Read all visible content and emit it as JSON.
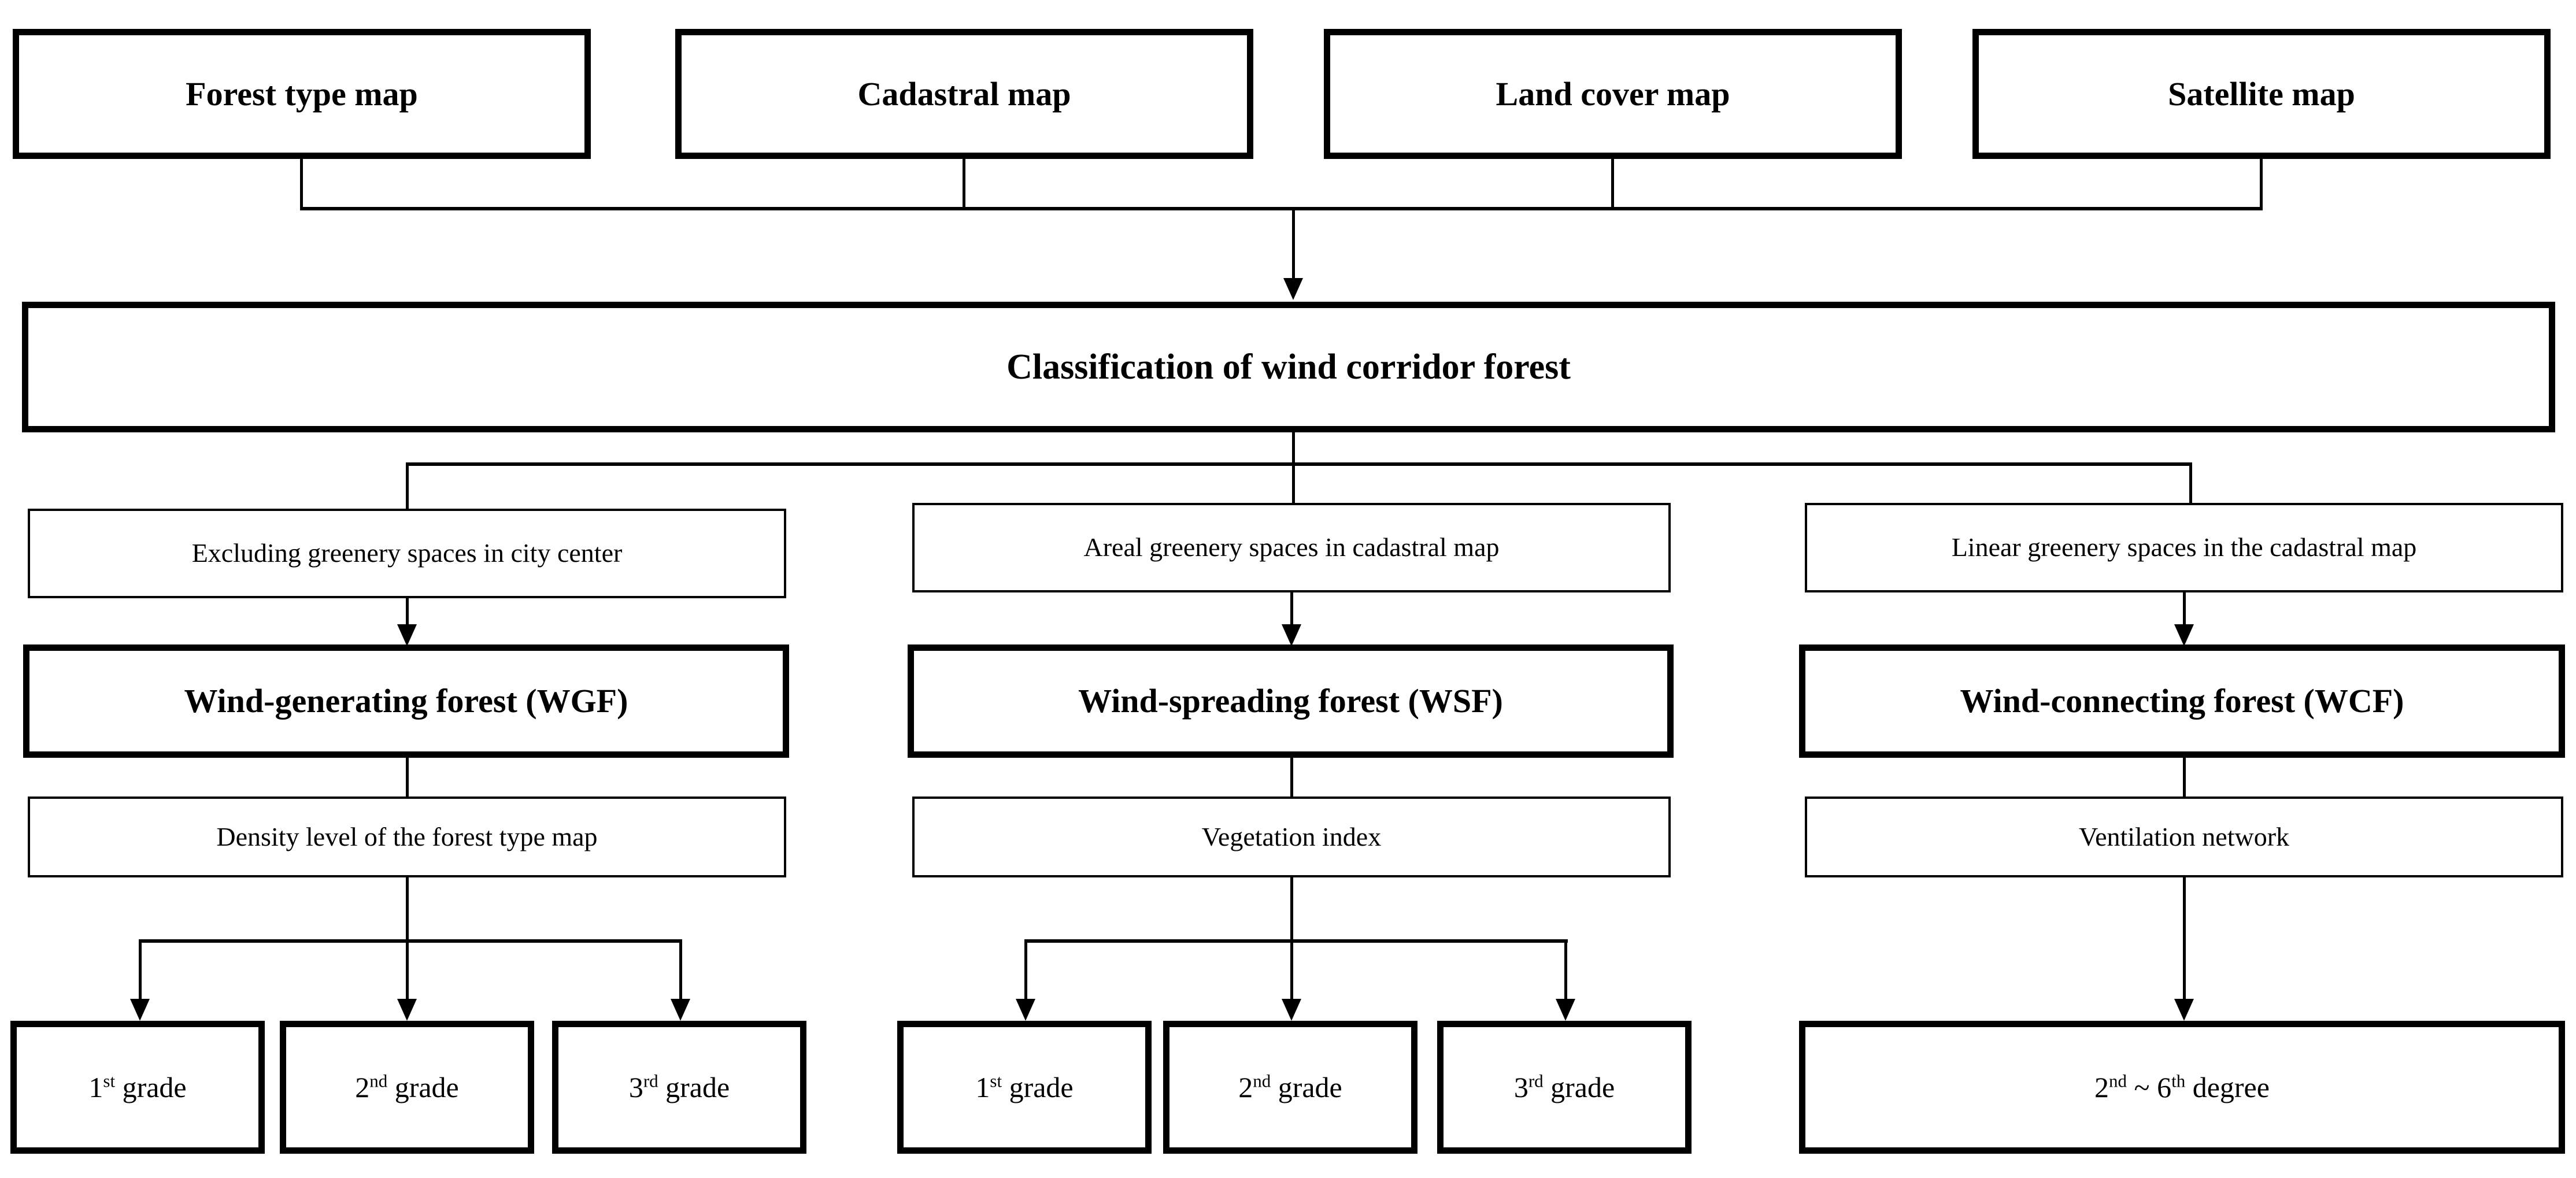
{
  "diagram": {
    "title": "Classification of wind corridor forest workflow",
    "sources": [
      {
        "id": "forest-type-map",
        "label": "Forest type map"
      },
      {
        "id": "cadastral-map",
        "label": "Cadastral map"
      },
      {
        "id": "land-cover-map",
        "label": "Land cover map"
      },
      {
        "id": "satellite-map",
        "label": "Satellite map"
      }
    ],
    "classification": {
      "label": "Classification of wind corridor forest"
    },
    "columns": [
      {
        "id": "wgf",
        "criterion": "Excluding greenery spaces in city center",
        "forest": "Wind-generating forest (WGF)",
        "attribute": "Density level of the forest type map",
        "outputs": [
          {
            "num": "1",
            "ord": "st",
            "word": " grade"
          },
          {
            "num": "2",
            "ord": "nd",
            "word": " grade"
          },
          {
            "num": "3",
            "ord": "rd",
            "word": " grade"
          }
        ]
      },
      {
        "id": "wsf",
        "criterion": "Areal greenery spaces in cadastral map",
        "forest": "Wind-spreading forest (WSF)",
        "attribute": "Vegetation index",
        "outputs": [
          {
            "num": "1",
            "ord": "st",
            "word": " grade"
          },
          {
            "num": "2",
            "ord": "nd",
            "word": " grade"
          },
          {
            "num": "3",
            "ord": "rd",
            "word": " grade"
          }
        ]
      },
      {
        "id": "wcf",
        "criterion": "Linear greenery spaces in the cadastral map",
        "forest": "Wind-connecting forest (WCF)",
        "attribute": "Ventilation network",
        "outputs": [
          {
            "num": "2",
            "ord": "nd",
            "mid": " ~ ",
            "num2": "6",
            "ord2": "th",
            "word": " degree"
          }
        ]
      }
    ],
    "colors": {
      "stroke": "#000000",
      "background": "#ffffff"
    }
  }
}
